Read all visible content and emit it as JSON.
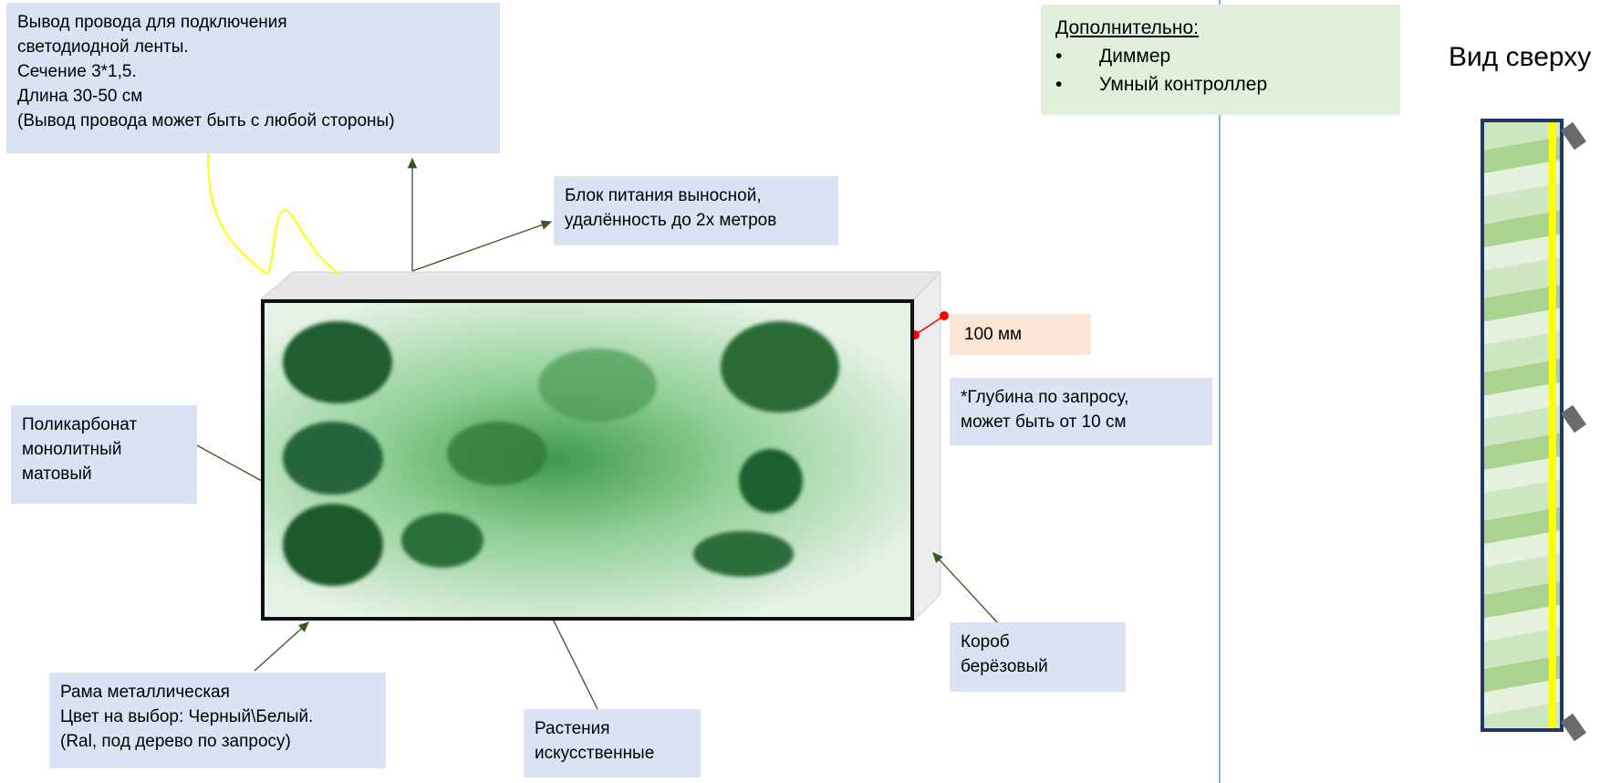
{
  "notes": {
    "wire": [
      "Вывод провода для подключения",
      "светодиодной ленты.",
      "Сечение 3*1,5.",
      "Длина 30-50 см",
      "(Вывод провода может быть с любой стороны)"
    ],
    "power": [
      "Блок питания выносной,",
      "удалённость до 2х метров"
    ],
    "depth_value": "100 мм",
    "depth_note": [
      "*Глубина по запросу,",
      "может быть от 10 см"
    ],
    "box": [
      "Короб",
      "берёзовый"
    ],
    "polycarbonate": [
      "Поликарбонат",
      "монолитный",
      "матовый"
    ],
    "frame": [
      "Рама металлическая",
      "Цвет на выбор: Черный\\Белый.",
      "(Ral, под дерево по запросу)"
    ],
    "plants": [
      "Растения",
      "искусственные"
    ]
  },
  "extra": {
    "title": "Дополнительно:",
    "items": [
      "Диммер",
      "Умный контроллер"
    ],
    "bullet": "•"
  },
  "topview_title": "Вид сверху",
  "colors": {
    "note_bg": "#dae3f3",
    "extra_bg": "#e2efda",
    "depth_bg": "#fbe5d6",
    "arrow": "#375623",
    "wire": "#ffff00",
    "divider": "#4472c4",
    "frame_topview": "#1f3864"
  }
}
